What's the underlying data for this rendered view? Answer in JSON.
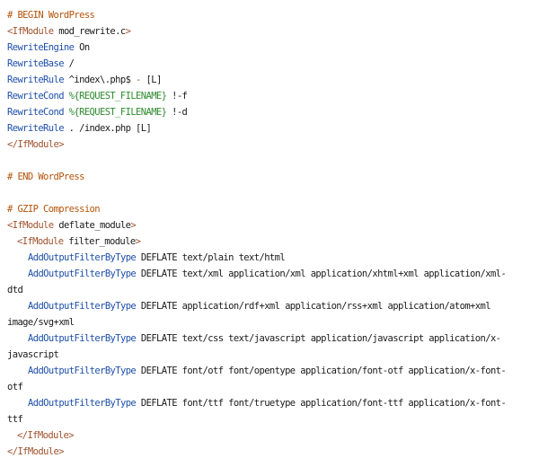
{
  "code": {
    "l1": "# BEGIN WordPress",
    "l2_tag": "<IfModule",
    "l2_arg": " mod_rewrite.c",
    "l2_close": ">",
    "l3_dir": "RewriteEngine",
    "l3_arg": " On",
    "l4_dir": "RewriteBase",
    "l4_arg": " /",
    "l5_dir": "RewriteRule",
    "l5_arg": " ^index\\.php$ ",
    "l5_dash": "-",
    "l5_flag": " [L]",
    "l6_dir": "RewriteCond",
    "l6_var": " %{REQUEST_FILENAME}",
    "l6_arg": " !-f",
    "l7_dir": "RewriteCond",
    "l7_var": " %{REQUEST_FILENAME}",
    "l7_arg": " !-d",
    "l8_dir": "RewriteRule",
    "l8_arg": " . /index.php ",
    "l8_flag": "[L]",
    "l9": "</IfModule>",
    "l11": "# END WordPress",
    "l13": "# GZIP Compression",
    "l14_tag": "<IfModule",
    "l14_arg": " deflate_module",
    "l14_close": ">",
    "l15_tag": "<IfModule",
    "l15_arg": " filter_module",
    "l15_close": ">",
    "aof": "AddOutputFilterByType",
    "l16_arg": " DEFLATE text/plain text/html",
    "l17_arg": " DEFLATE text/xml application/xml application/xhtml+xml application/xml-",
    "l18": "dtd",
    "l19_arg": " DEFLATE application/rdf+xml application/rss+xml application/atom+xml",
    "l20": "image/svg+xml",
    "l21_arg": " DEFLATE text/css text/javascript application/javascript application/x-",
    "l22": "javascript",
    "l23_arg": " DEFLATE font/otf font/opentype application/font-otf application/x-font-",
    "l24": "otf",
    "l25_arg": " DEFLATE font/ttf font/truetype application/font-ttf application/x-font-",
    "l26": "ttf",
    "l27": "</IfModule>",
    "l28": "</IfModule>"
  },
  "colors": {
    "comment": "#b45309",
    "tag": "#a0522d",
    "directive": "#1e4fa8",
    "variable": "#2e8b2e"
  }
}
